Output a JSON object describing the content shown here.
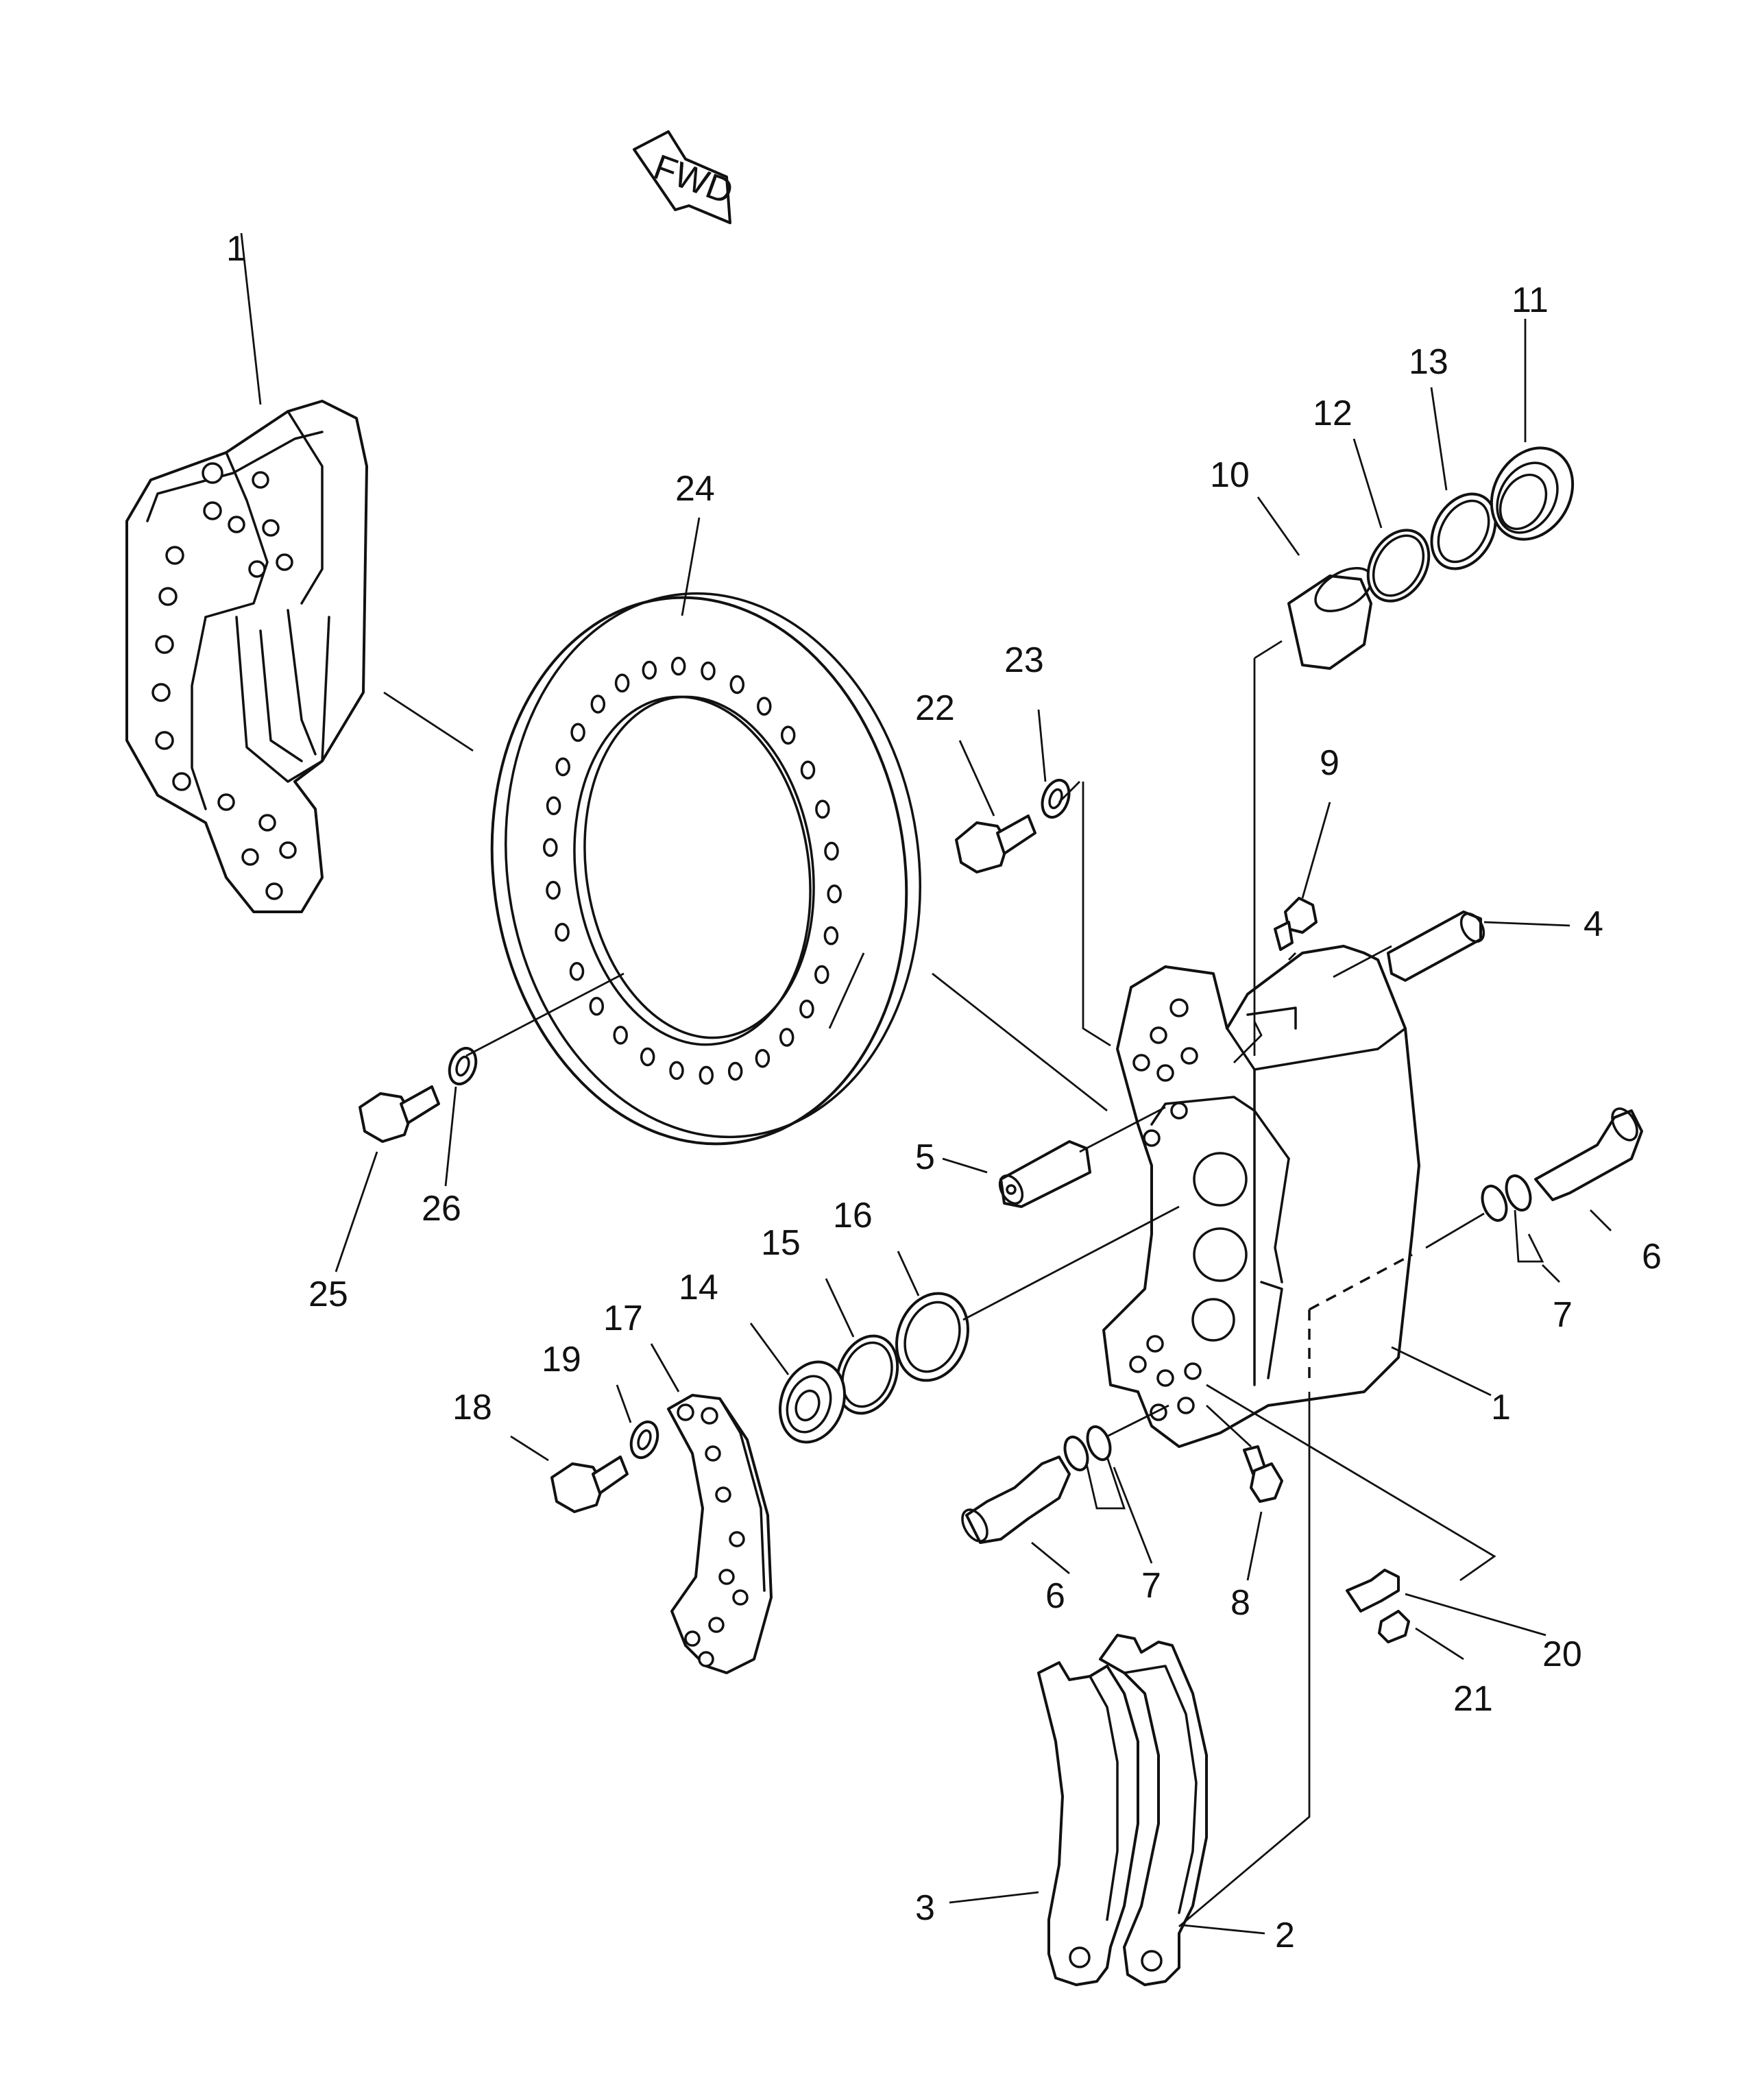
{
  "fwd_arrow": {
    "text": "FWD"
  },
  "callouts": [
    {
      "id": "c1a",
      "text": "1"
    },
    {
      "id": "c24",
      "text": "24"
    },
    {
      "id": "c10",
      "text": "10"
    },
    {
      "id": "c12",
      "text": "12"
    },
    {
      "id": "c13",
      "text": "13"
    },
    {
      "id": "c11",
      "text": "11"
    },
    {
      "id": "c22",
      "text": "22"
    },
    {
      "id": "c23",
      "text": "23"
    },
    {
      "id": "c9",
      "text": "9"
    },
    {
      "id": "c4",
      "text": "4"
    },
    {
      "id": "c5",
      "text": "5"
    },
    {
      "id": "c6a",
      "text": "6"
    },
    {
      "id": "c7a",
      "text": "7"
    },
    {
      "id": "c1b",
      "text": "1"
    },
    {
      "id": "c16",
      "text": "16"
    },
    {
      "id": "c15",
      "text": "15"
    },
    {
      "id": "c14",
      "text": "14"
    },
    {
      "id": "c17",
      "text": "17"
    },
    {
      "id": "c19",
      "text": "19"
    },
    {
      "id": "c18",
      "text": "18"
    },
    {
      "id": "c25",
      "text": "25"
    },
    {
      "id": "c26",
      "text": "26"
    },
    {
      "id": "c6b",
      "text": "6"
    },
    {
      "id": "c7b",
      "text": "7"
    },
    {
      "id": "c8",
      "text": "8"
    },
    {
      "id": "c20",
      "text": "20"
    },
    {
      "id": "c21",
      "text": "21"
    },
    {
      "id": "c3",
      "text": "3"
    },
    {
      "id": "c2",
      "text": "2"
    }
  ]
}
